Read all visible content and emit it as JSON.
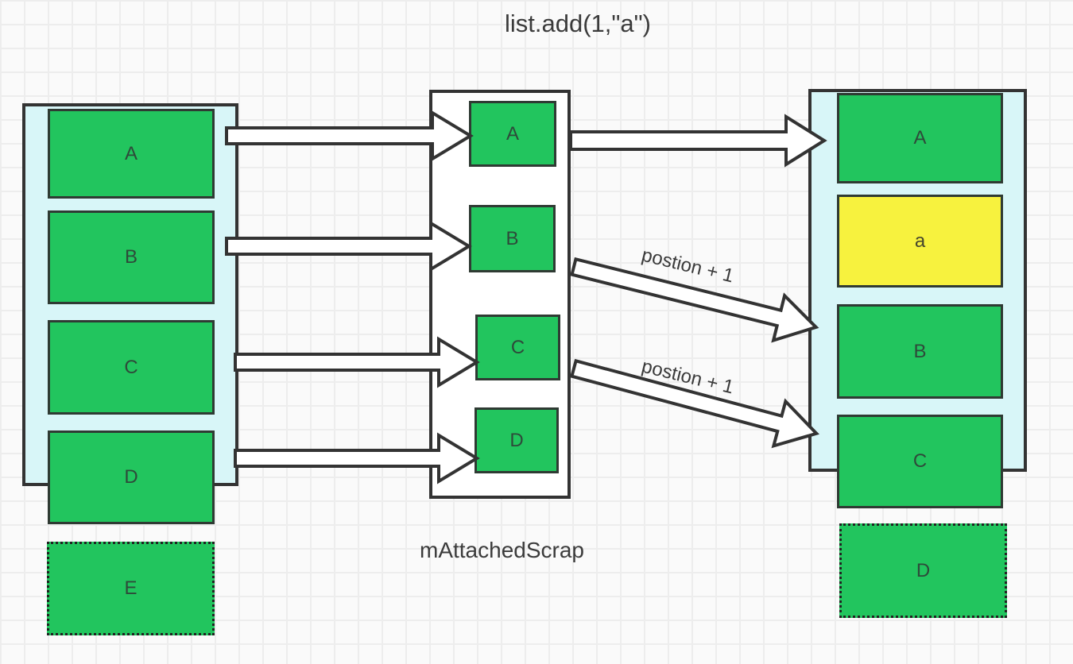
{
  "title": "list.add(1,\"a\")",
  "palette": {
    "item_green": "#22c55e",
    "item_yellow": "#f7f23e",
    "list_background_cyan": "#d8f6f8",
    "scrap_background": "#ffffff",
    "outline": "#333333",
    "canvas": "#fafafa",
    "grid_line": "#ededed"
  },
  "left_list": {
    "items": [
      {
        "label": "A"
      },
      {
        "label": "B"
      },
      {
        "label": "C"
      },
      {
        "label": "D"
      }
    ],
    "detached": {
      "label": "E"
    }
  },
  "scrap_pool": {
    "caption": "mAttachedScrap",
    "items": [
      {
        "label": "A"
      },
      {
        "label": "B"
      },
      {
        "label": "C"
      },
      {
        "label": "D"
      }
    ]
  },
  "right_list": {
    "items": [
      {
        "label": "A",
        "highlight": false
      },
      {
        "label": "a",
        "highlight": true
      },
      {
        "label": "B",
        "highlight": false
      },
      {
        "label": "C",
        "highlight": false
      }
    ],
    "detached": {
      "label": "D"
    }
  },
  "arrows": {
    "label_to_b": "postion + 1",
    "label_to_c": "postion + 1"
  }
}
